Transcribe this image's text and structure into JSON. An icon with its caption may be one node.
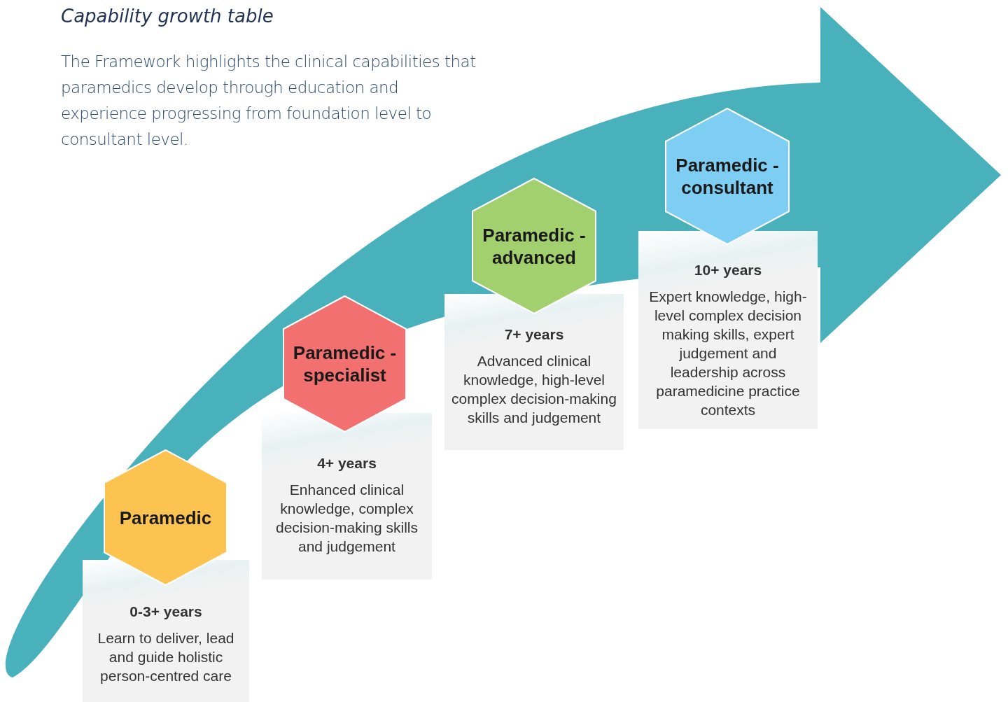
{
  "diagram": {
    "title": "Capability growth table",
    "nodes": [
      {
        "text": [
          "Paramedic"
        ]
      },
      {
        "text": [
          "0-3+ years",
          "Learn to deliver, lead and guide holistic person-centred care"
        ]
      },
      {
        "text": [
          "Paramedic - specialist"
        ]
      },
      {
        "text": [
          "4+ years",
          "Enhanced clinical knowledge, complex decision-making skills and judgement"
        ]
      },
      {
        "text": [
          "Paramedic - advanced"
        ]
      },
      {
        "text": [
          "7+ years",
          "Advanced clinical knowledge, high-level complex decision-making skills and judgement"
        ]
      },
      {
        "text": [
          "Paramedic - consultant"
        ]
      },
      {
        "text": [
          "10+ years",
          "Expert knowledge, high-level complex decision making skills, expert judgement and leadership across paramedicine practice contexts"
        ]
      }
    ],
    "edges": [],
    "labels": [
      "The Framework highlights the clinical capabilities that paramedics develop through education and experience progressing from foundation level to consultant level."
    ]
  }
}
